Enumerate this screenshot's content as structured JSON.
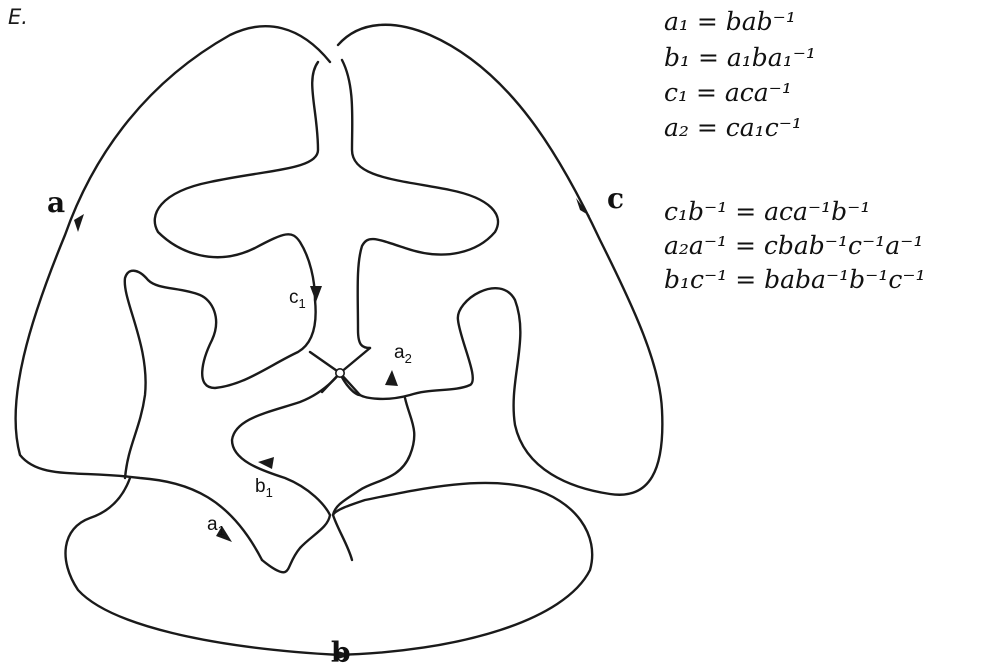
{
  "figure_tag": "E.",
  "generators": {
    "a": "a",
    "b": "b",
    "c": "c"
  },
  "loops": [
    {
      "base": "c",
      "sub": "1"
    },
    {
      "base": "a",
      "sub": "2"
    },
    {
      "base": "b",
      "sub": "1"
    },
    {
      "base": "a",
      "sub": "1"
    }
  ],
  "relations": [
    "a₁ = bab⁻¹",
    "b₁ = a₁ba₁⁻¹",
    "c₁ = aca⁻¹",
    "a₂ = ca₁c⁻¹",
    "c₁b⁻¹ = aca⁻¹b⁻¹",
    "a₂a⁻¹ = cbab⁻¹c⁻¹a⁻¹",
    "b₁c⁻¹ = baba⁻¹b⁻¹c⁻¹"
  ],
  "colors": {
    "ink": "#1a1a1a",
    "background": "#ffffff"
  }
}
